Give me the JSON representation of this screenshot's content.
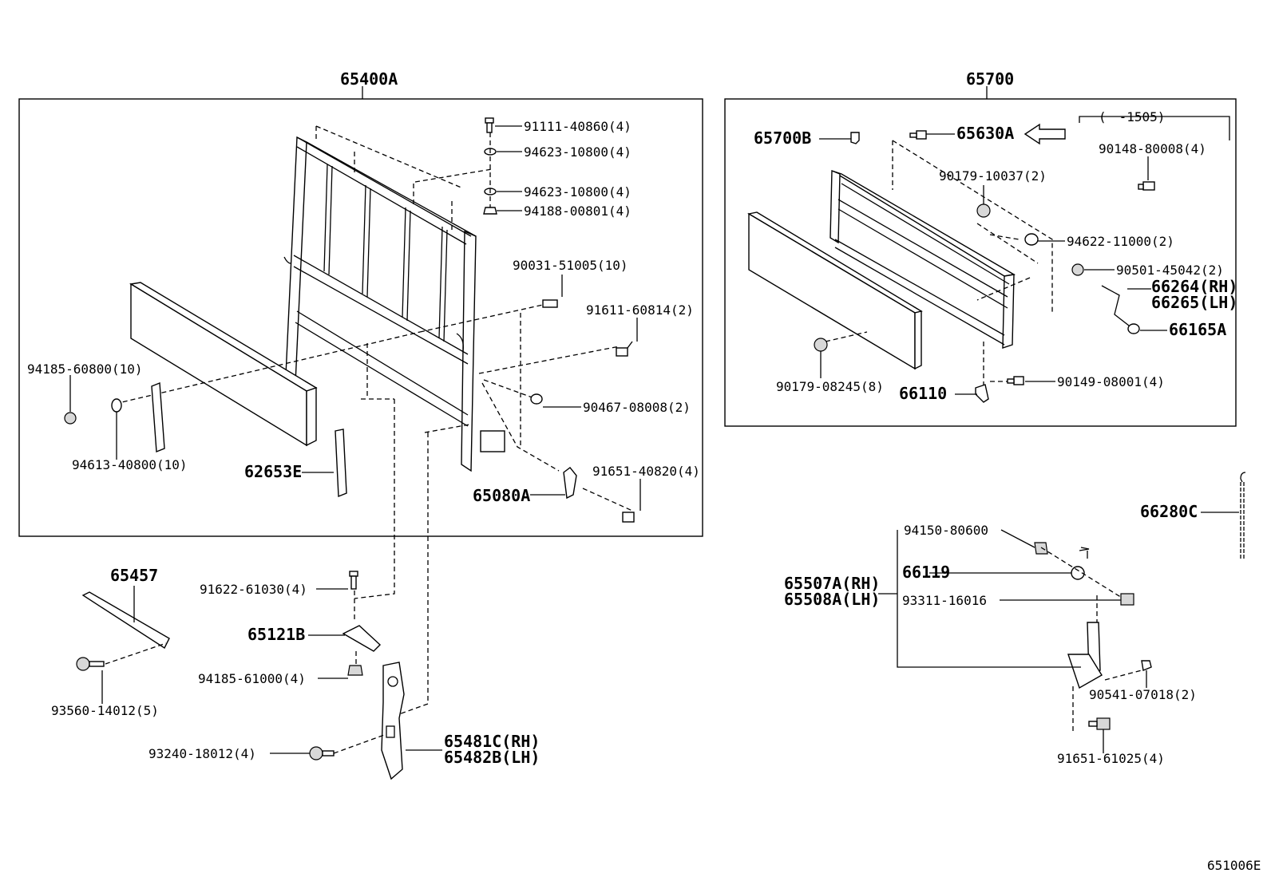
{
  "groups": {
    "left": {
      "title": "65400A"
    },
    "right": {
      "title": "65700"
    }
  },
  "labels": {
    "p91111": "91111-40860(4)",
    "p94623a": "94623-10800(4)",
    "p94623b": "94623-10800(4)",
    "p94188": "94188-00801(4)",
    "p90031": "90031-51005(10)",
    "p91611": "91611-60814(2)",
    "p94185a": "94185-60800(10)",
    "p94613": "94613-40800(10)",
    "p90467": "90467-08008(2)",
    "p62653E": "62653E",
    "p91651a": "91651-40820(4)",
    "p65080A": "65080A",
    "p65457": "65457",
    "p91622": "91622-61030(4)",
    "p65121B": "65121B",
    "p94185b": "94185-61000(4)",
    "p93560": "93560-14012(5)",
    "p93240": "93240-18012(4)",
    "p65481C": "65481C(RH)",
    "p65482B": "65482B(LH)",
    "p65700B": "65700B",
    "p65630A": "65630A",
    "p1505": "(　-1505)",
    "p90148": "90148-80008(4)",
    "p90179a": "90179-10037(2)",
    "p94622": "94622-11000(2)",
    "p90501": "90501-45042(2)",
    "p66264": "66264(RH)",
    "p66265": "66265(LH)",
    "p66165A": "66165A",
    "p90179b": "90179-08245(8)",
    "p66110": "66110",
    "p90149": "90149-08001(4)",
    "p66280C": "66280C",
    "p94150": "94150-80600",
    "p66119": "66119",
    "p65507A": "65507A(RH)",
    "p65508A": "65508A(LH)",
    "p93311": "93311-16016",
    "p90541": "90541-07018(2)",
    "p91651b": "91651-61025(4)"
  },
  "footer": {
    "code": "651006E"
  }
}
